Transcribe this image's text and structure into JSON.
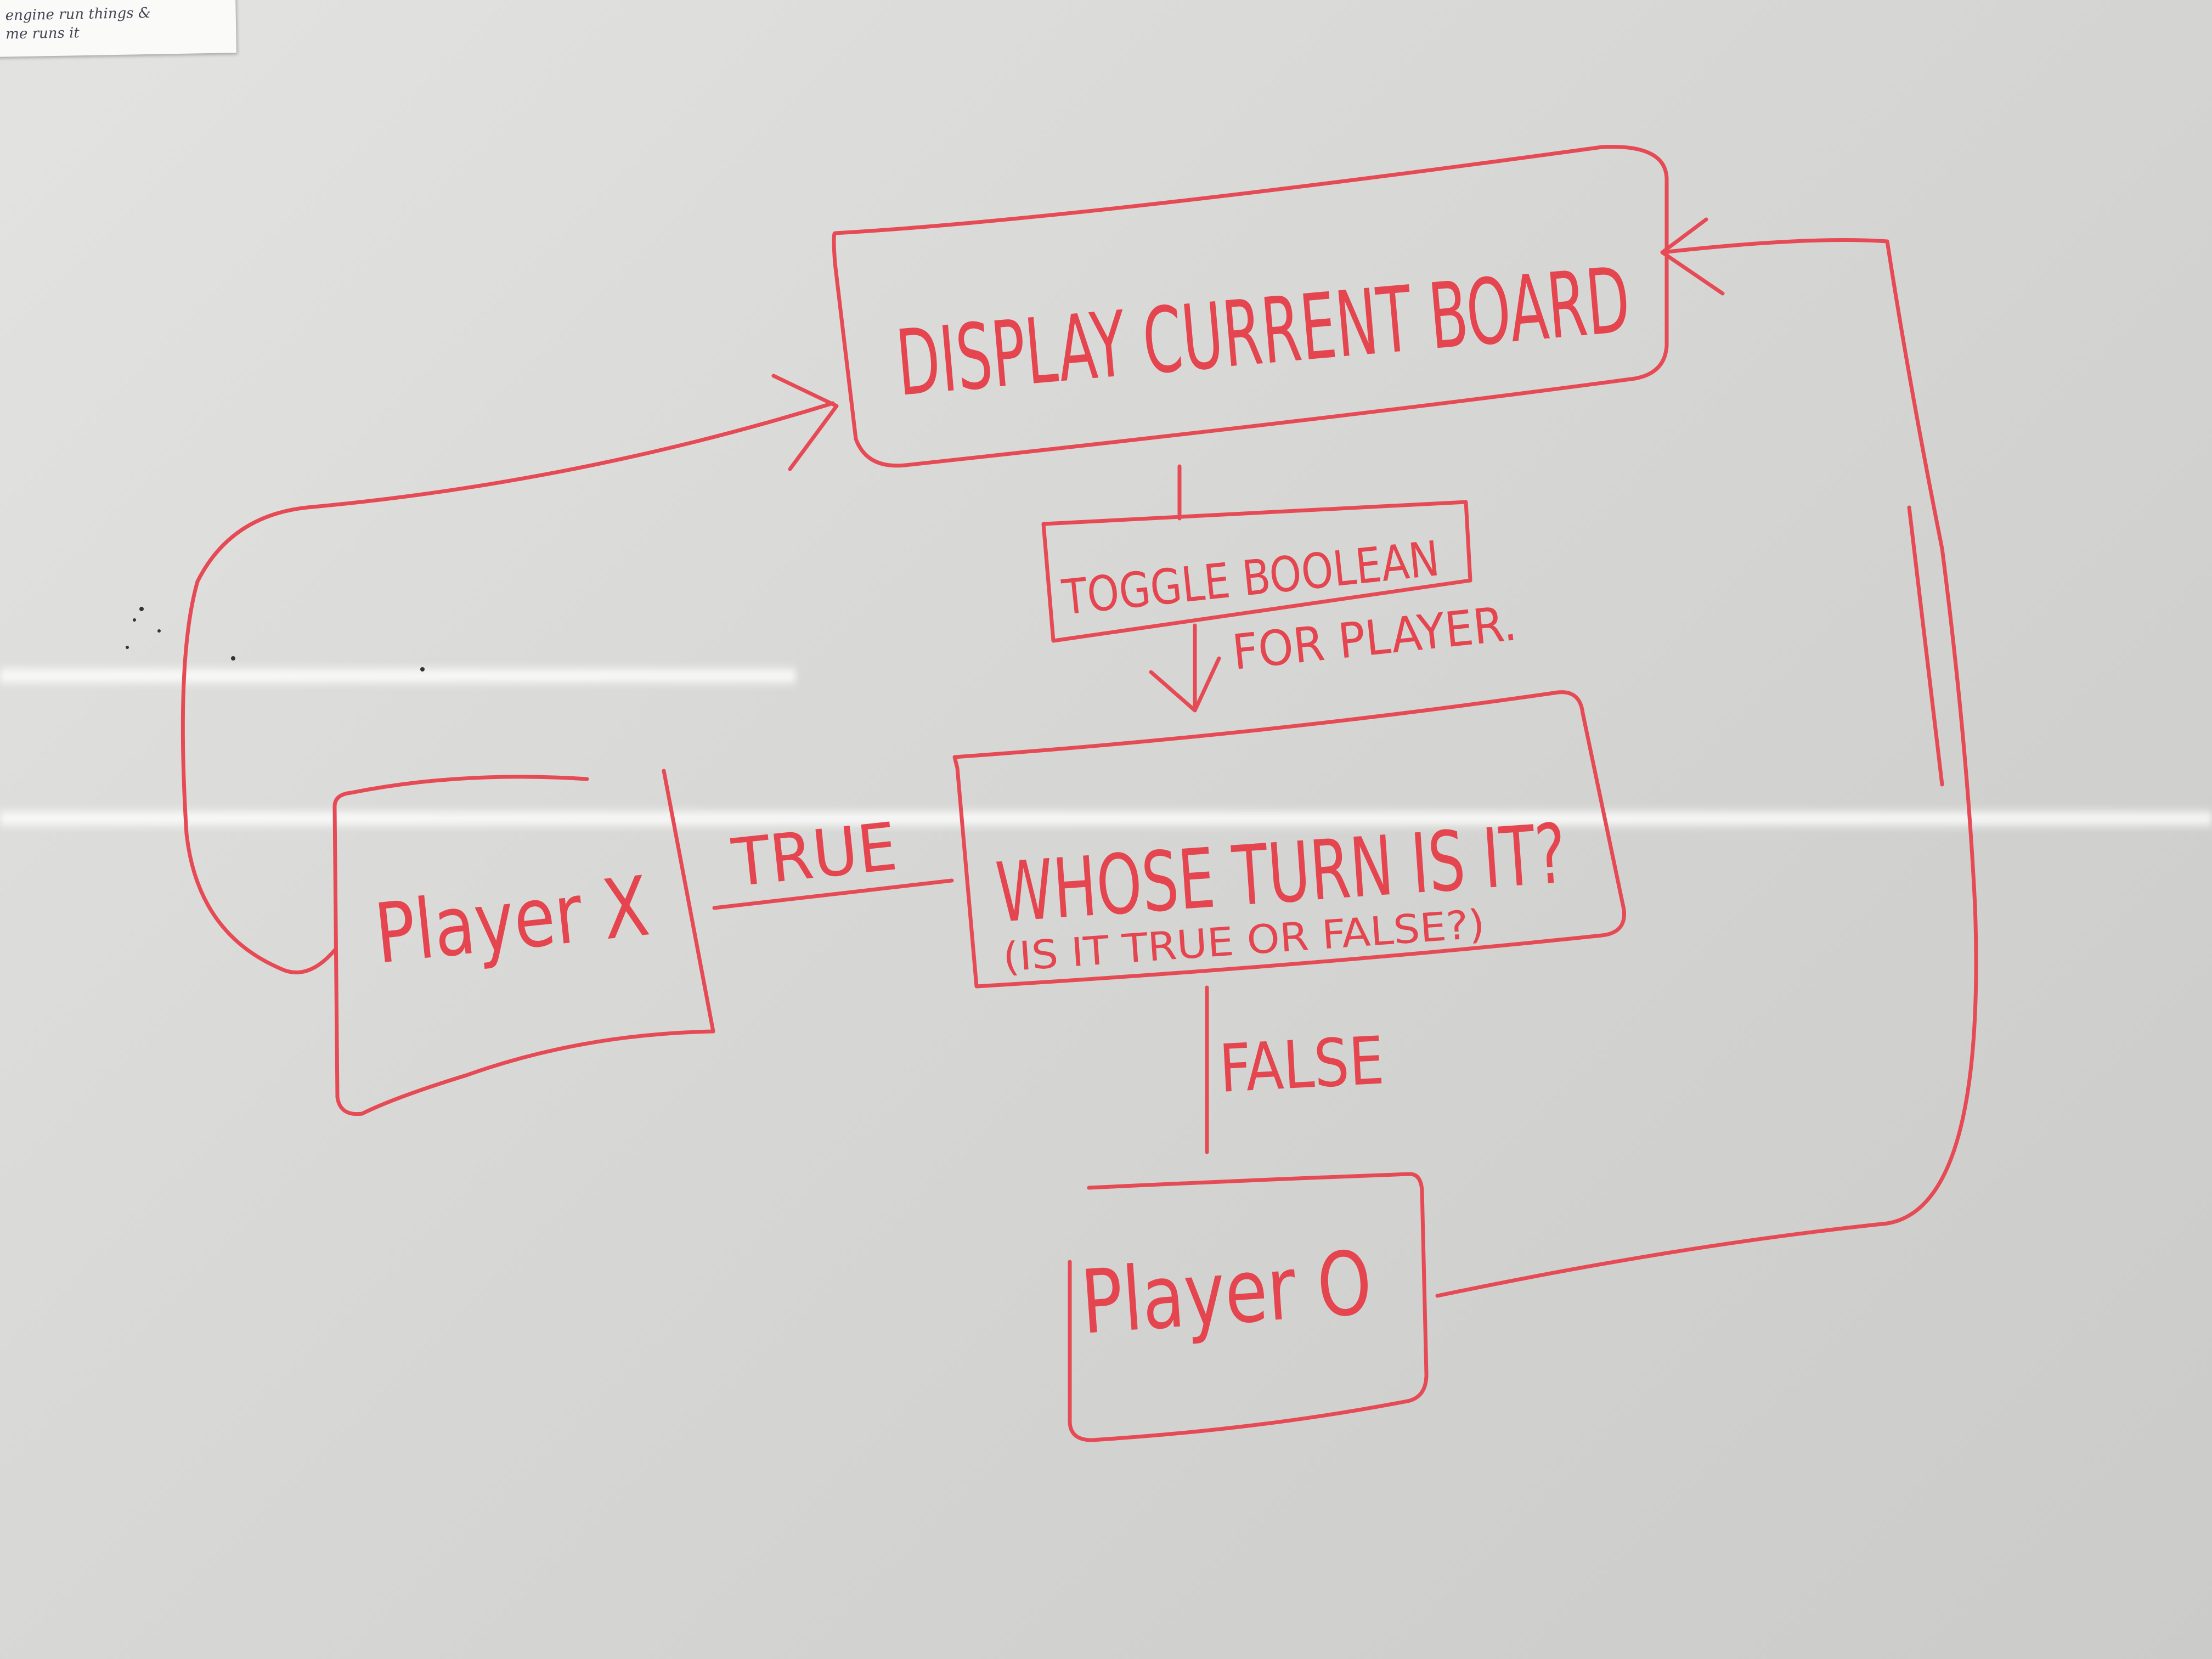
{
  "sticky_note": {
    "line1": "engine run things &",
    "line2": "me runs  it"
  },
  "nodes": {
    "display_board": "DISPLAY CURRENT BOARD",
    "toggle": "TOGGLE BOOLEAN",
    "toggle_note": "FOR PLAYER.",
    "question": "WHOSE TURN IS IT?",
    "question_sub": "(IS IT TRUE OR FALSE?)",
    "player_x": "Player X",
    "player_o": "Player O"
  },
  "edges": {
    "true_label": "TRUE",
    "false_label": "FALSE"
  },
  "colors": {
    "marker": "#e64a55",
    "board": "#d8d8d6"
  }
}
